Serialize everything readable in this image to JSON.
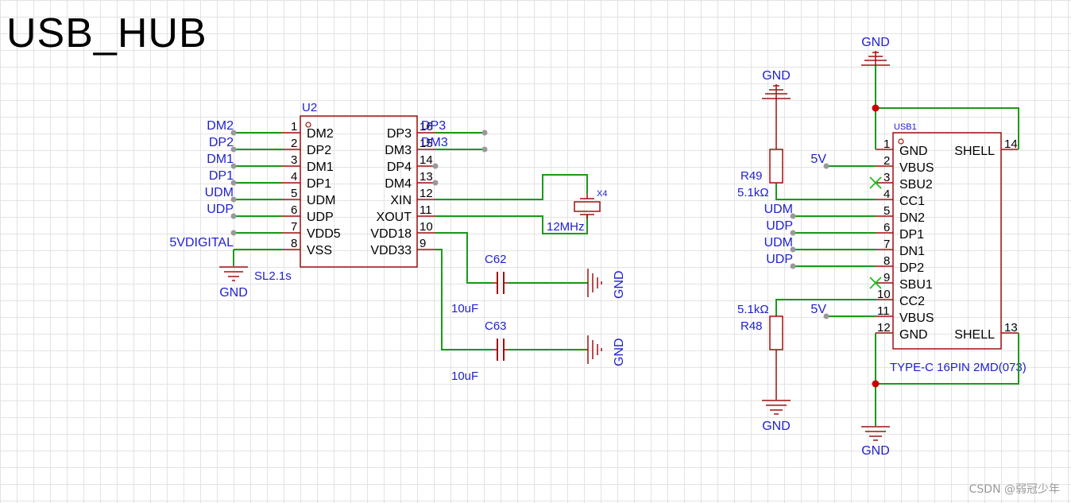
{
  "title": "USB_HUB",
  "watermark": "CSDN @弱冠少年",
  "hub_chip": {
    "designator": "U2",
    "value": "SL2.1s",
    "left_pins": [
      {
        "num": "1",
        "name": "DM2",
        "net": "DM2"
      },
      {
        "num": "2",
        "name": "DP2",
        "net": "DP2"
      },
      {
        "num": "3",
        "name": "DM1",
        "net": "DM1"
      },
      {
        "num": "4",
        "name": "DP1",
        "net": "DP1"
      },
      {
        "num": "5",
        "name": "UDM",
        "net": "UDM"
      },
      {
        "num": "6",
        "name": "UDP",
        "net": "UDP"
      },
      {
        "num": "7",
        "name": "VDD5",
        "net": "5VDIGITAL"
      },
      {
        "num": "8",
        "name": "VSS",
        "net": "GND"
      }
    ],
    "right_pins": [
      {
        "num": "16",
        "name": "DP3",
        "net": "DP3"
      },
      {
        "num": "15",
        "name": "DM3",
        "net": "DM3"
      },
      {
        "num": "14",
        "name": "DP4"
      },
      {
        "num": "13",
        "name": "DM4"
      },
      {
        "num": "12",
        "name": "XIN"
      },
      {
        "num": "11",
        "name": "XOUT"
      },
      {
        "num": "10",
        "name": "VDD18"
      },
      {
        "num": "9",
        "name": "VDD33"
      }
    ]
  },
  "crystal": {
    "designator": "X4",
    "value": "12MHz"
  },
  "capacitors": [
    {
      "designator": "C62",
      "value": "10uF"
    },
    {
      "designator": "C63",
      "value": "10uF"
    }
  ],
  "resistors": [
    {
      "designator": "R49",
      "value": "5.1kΩ"
    },
    {
      "designator": "R48",
      "value": "5.1kΩ"
    }
  ],
  "usb_connector": {
    "designator": "USB1",
    "value": "TYPE-C 16PIN 2MD(073)",
    "left_pins": [
      {
        "num": "1",
        "name": "GND"
      },
      {
        "num": "2",
        "name": "VBUS",
        "net": "5V"
      },
      {
        "num": "3",
        "name": "SBU2"
      },
      {
        "num": "4",
        "name": "CC1"
      },
      {
        "num": "5",
        "name": "DN2",
        "net": "UDM"
      },
      {
        "num": "6",
        "name": "DP1",
        "net": "UDP"
      },
      {
        "num": "7",
        "name": "DN1",
        "net": "UDM"
      },
      {
        "num": "8",
        "name": "DP2",
        "net": "UDP"
      },
      {
        "num": "9",
        "name": "SBU1"
      },
      {
        "num": "10",
        "name": "CC2"
      },
      {
        "num": "11",
        "name": "VBUS",
        "net": "5V"
      },
      {
        "num": "12",
        "name": "GND"
      }
    ],
    "right_pins": [
      {
        "num": "14",
        "name": "SHELL"
      },
      {
        "num": "13",
        "name": "SHELL"
      }
    ]
  },
  "gnd_label": "GND",
  "colors": {
    "wire": "#1a9a1a",
    "part": "#a01010",
    "label": "#2020d0",
    "junction": "#cc0000",
    "noconnect": "#22bb22"
  }
}
